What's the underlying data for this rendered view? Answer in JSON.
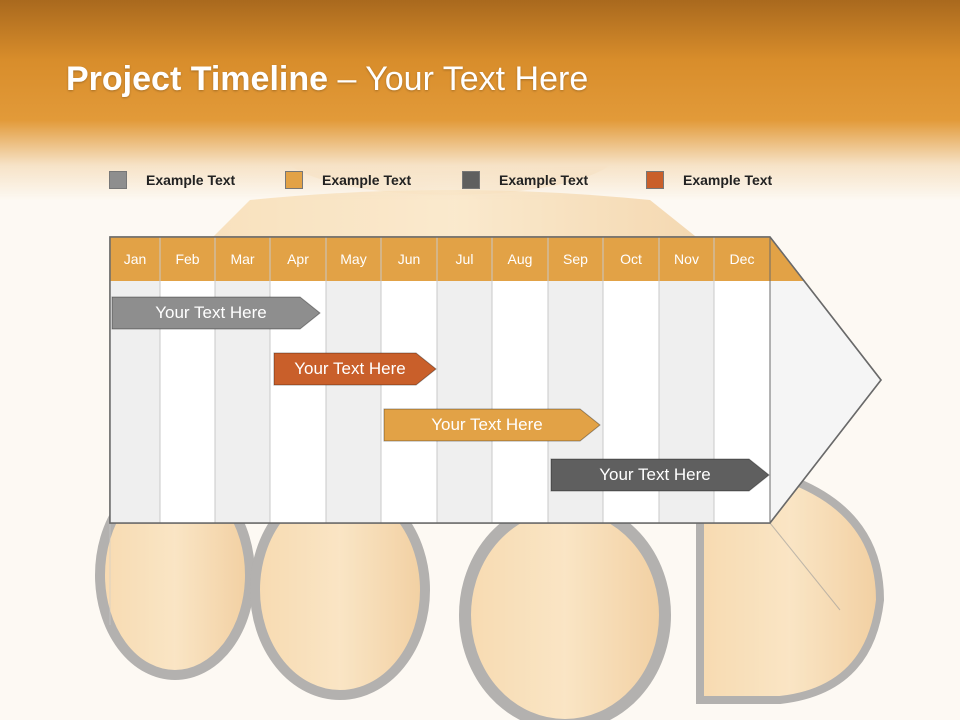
{
  "title": {
    "bold": "Project Timeline",
    "rest": " – Your Text Here"
  },
  "legend": [
    {
      "label": "Example Text",
      "color": "#8e8e8e"
    },
    {
      "label": "Example Text",
      "color": "#e2a246"
    },
    {
      "label": "Example Text",
      "color": "#5f5f5f"
    },
    {
      "label": "Example Text",
      "color": "#c95f2a"
    }
  ],
  "months": [
    "Jan",
    "Feb",
    "Mar",
    "Apr",
    "May",
    "Jun",
    "Jul",
    "Aug",
    "Sep",
    "Oct",
    "Nov",
    "Dec"
  ],
  "tasks": [
    {
      "label": "Your  Text Here",
      "color": "#8e8e8e",
      "start_month": "Jan",
      "end_month": "Apr"
    },
    {
      "label": "Your  Text Here",
      "color": "#c95f2a",
      "start_month": "Apr",
      "end_month": "Jun"
    },
    {
      "label": "Your  Text Here",
      "color": "#e2a246",
      "start_month": "Jun",
      "end_month": "Sep"
    },
    {
      "label": "Your  Text Here",
      "color": "#5f5f5f",
      "start_month": "Sep",
      "end_month": "Dec"
    }
  ],
  "colors": {
    "header": "#e2a246",
    "title_band": "#d88d2b"
  }
}
